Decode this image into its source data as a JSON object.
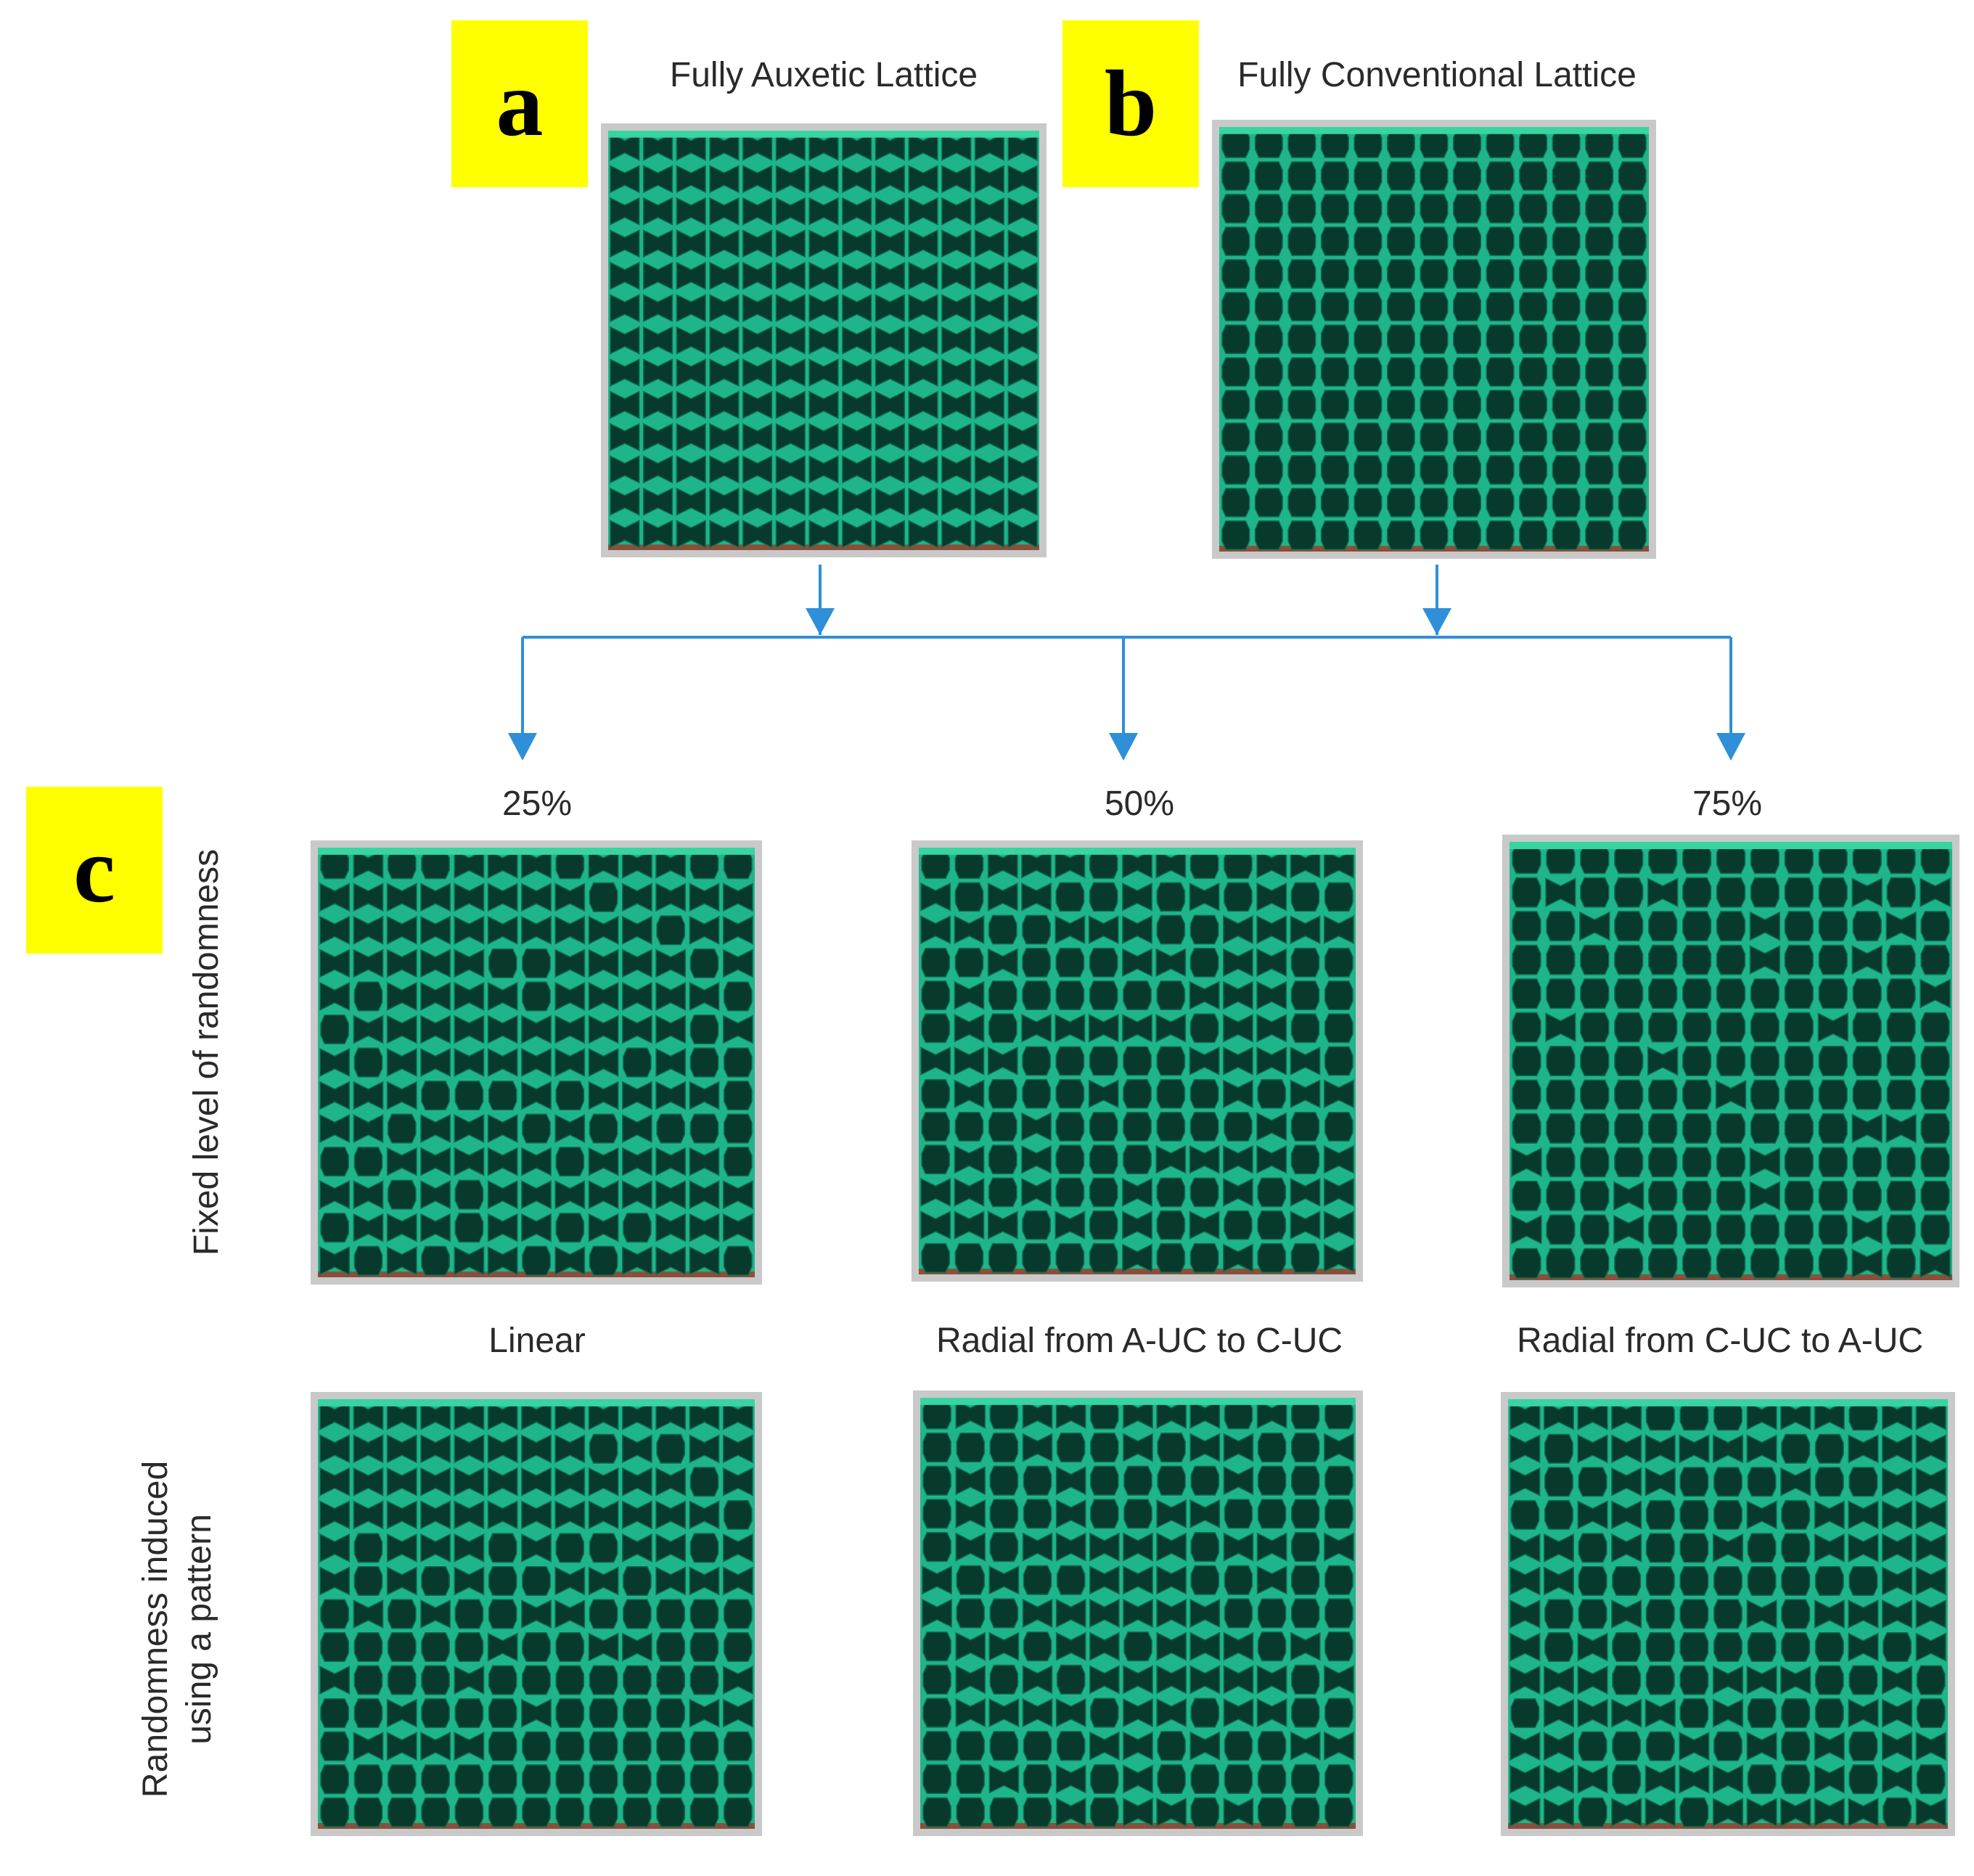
{
  "panels": {
    "a": {
      "letter": "a",
      "caption": "Fully Auxetic Lattice",
      "pattern": "auxetic"
    },
    "b": {
      "letter": "b",
      "caption": "Fully Conventional Lattice",
      "pattern": "conventional"
    }
  },
  "panel_c": {
    "letter": "c",
    "row1_label": "Fixed level of randomness",
    "row2_label_line1": "Randomness induced",
    "row2_label_line2": "using a pattern",
    "row1": [
      {
        "caption": "25%",
        "pattern": "mixed",
        "conventional_fraction": 0.25
      },
      {
        "caption": "50%",
        "pattern": "mixed",
        "conventional_fraction": 0.5
      },
      {
        "caption": "75%",
        "pattern": "mixed",
        "conventional_fraction": 0.75
      }
    ],
    "row2": [
      {
        "caption": "Linear",
        "pattern": "linear"
      },
      {
        "caption": "Radial from A-UC to C-UC",
        "pattern": "radial-a-to-c"
      },
      {
        "caption": "Radial from C-UC to A-UC",
        "pattern": "radial-c-to-a"
      }
    ]
  },
  "colors": {
    "label_bg": "#ffff00",
    "arrow": "#2f8fd8",
    "lattice": "#1fb58a",
    "lattice_highlight": "#38d4a2",
    "lattice_shadow": "#0c6e53",
    "cell": "#073a2c",
    "frame": "#c9c9c9",
    "base": "#8a4f3a"
  }
}
